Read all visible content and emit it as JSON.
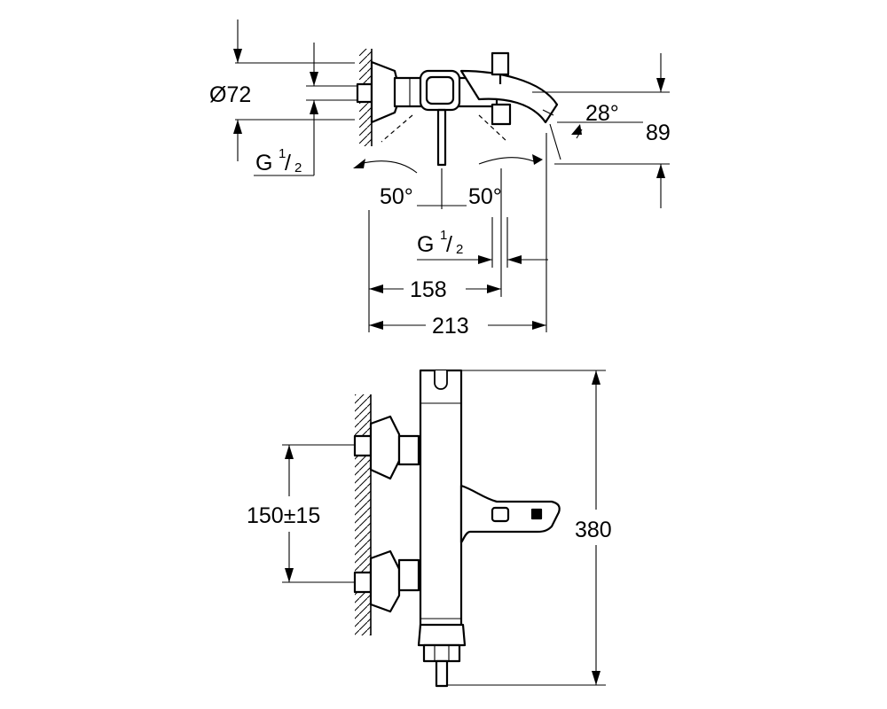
{
  "top_view": {
    "diameter_label": "Ø72",
    "thread_left": {
      "base": "G",
      "num": "1",
      "den": "2"
    },
    "angle_left": "50°",
    "angle_right": "50°",
    "spout_angle": "28°",
    "height_label": "89",
    "thread_bottom": {
      "base": "G",
      "num": "1",
      "den": "2"
    },
    "width_158": "158",
    "width_213": "213"
  },
  "front_view": {
    "centers_label": "150±15",
    "height_label": "380"
  }
}
